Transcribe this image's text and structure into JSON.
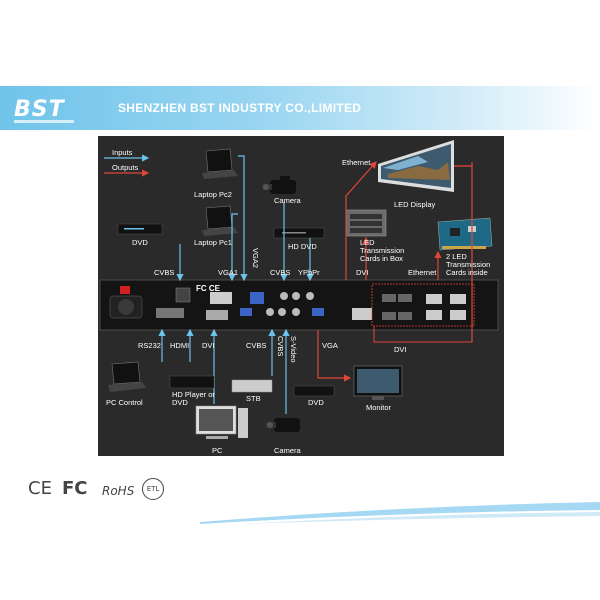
{
  "header": {
    "logo_text": "BST",
    "company_name": "SHENZHEN BST INDUSTRY CO.,LIMITED"
  },
  "colors": {
    "input_arrow": "#6cc2ea",
    "output_arrow": "#e0453a",
    "panel": "#2a2a2a",
    "device": "#141414"
  },
  "legend": {
    "inputs": "Inputs",
    "outputs": "Outputs"
  },
  "devices": {
    "laptop_pc2": "Laptop Pc2",
    "laptop_pc1": "Laptop Pc1",
    "camera_top": "Camera",
    "dvd_left": "DVD",
    "hd_dvd": "HD DVD",
    "ethernet_top": "Ethernet",
    "led_display": "LED Display",
    "led_box": "LED Transmission Cards in Box",
    "led_cards": "2 LED Transmission Cards inside",
    "pc_control": "PC Control",
    "hd_player": "HD Player or DVD",
    "pc": "PC",
    "stb": "STB",
    "dvd_bottom": "DVD",
    "camera_bottom": "Camera",
    "monitor": "Monitor"
  },
  "ports": {
    "cvbs_top": "CVBS",
    "vga1": "VGA1",
    "vga2": "VGA2",
    "cvbs_mid": "CVBS",
    "ypbpr": "YPbPr",
    "dvi_top": "DVI",
    "ethernet_right": "Ethernet",
    "rs232": "RS232",
    "hdmi": "HDMI",
    "dvi_left": "DVI",
    "cvbs_bottom": "CVBS",
    "cvbs_vertical": "CVBS",
    "svideo_vertical": "S-Video",
    "vga_out": "VGA",
    "dvi_out": "DVI"
  },
  "panel_marks": {
    "fc_ce": "FC CE"
  },
  "certifications": [
    "CE",
    "FC",
    "RoHS",
    "ETL"
  ]
}
